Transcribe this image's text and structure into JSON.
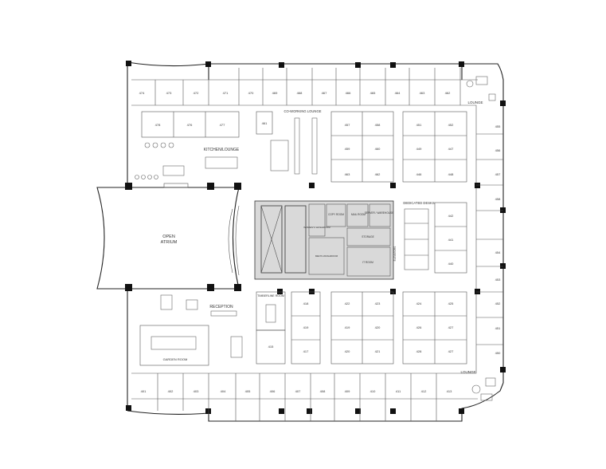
{
  "labels": {
    "lounge_ne": "LOUNGE",
    "lounge_se": "LOUNGE",
    "coworking": "CO-WORKING LOUNGE",
    "kitchen": "KITCHEN/LOUNGE",
    "atrium": [
      "OPEN",
      "ATRIUM"
    ],
    "reception": "RECEPTION",
    "garden": "GARDEN ROOM",
    "timberline": "TIMBERLINE ROOM",
    "dedicated": "DEDICATED DESKS",
    "server": "SERVER / WAREHOUSE",
    "elevators": "ELEVATORS",
    "copy": "COPY ROOM",
    "mail": "MAIL ROOM",
    "women": "WOMEN'S WASHROOM",
    "men": "MEN'S WASHROOM",
    "storage": "STORAGE",
    "it": "IT ROOM"
  },
  "offices": {
    "top": [
      "474",
      "473",
      "472",
      "471",
      "470",
      "469",
      "468",
      "467",
      "466",
      "465",
      "464",
      "463",
      "462"
    ],
    "bottom": [
      "401",
      "402",
      "403",
      "404",
      "405",
      "406",
      "407",
      "408",
      "409",
      "410",
      "411",
      "412",
      "413"
    ],
    "right": [
      "455",
      "456",
      "457",
      "458",
      "454",
      "453",
      "452",
      "451",
      "450"
    ],
    "kitchen_row": [
      "478",
      "476",
      "477"
    ],
    "upper_left_block": [
      "461"
    ],
    "upper_mid_block": [
      "457",
      "458",
      "459",
      "460",
      "463",
      "462"
    ],
    "upper_right_block": [
      "451",
      "452",
      "449",
      "447",
      "446",
      "448"
    ],
    "dedicated_block": [
      "442",
      "441",
      "440"
    ],
    "lower_left_block": [
      "418",
      "419",
      "415",
      "417"
    ],
    "lower_mid_block": [
      "422",
      "423",
      "419",
      "420",
      "421",
      "420"
    ],
    "lower_right_block": [
      "424",
      "425",
      "426",
      "427",
      "428",
      "427"
    ]
  }
}
